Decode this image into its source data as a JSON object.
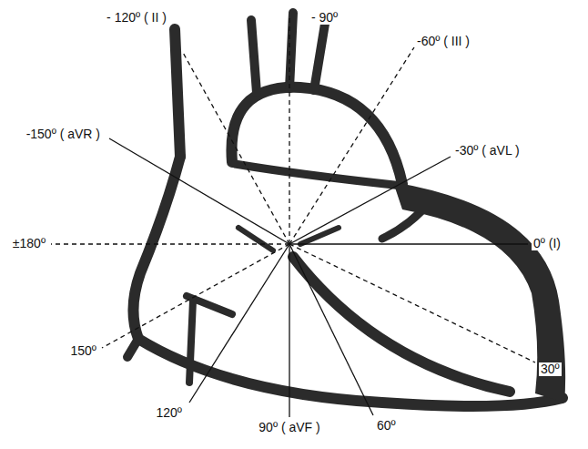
{
  "diagram": {
    "labels": [
      "- 120º ( II )",
      "- 90º",
      "-60º ( III )",
      "-150º ( aVR )",
      "-30º ( aVL )",
      "±180º",
      "0º (I)",
      "150º",
      "30º",
      "120º",
      "90º ( aVF )",
      "60º"
    ]
  }
}
